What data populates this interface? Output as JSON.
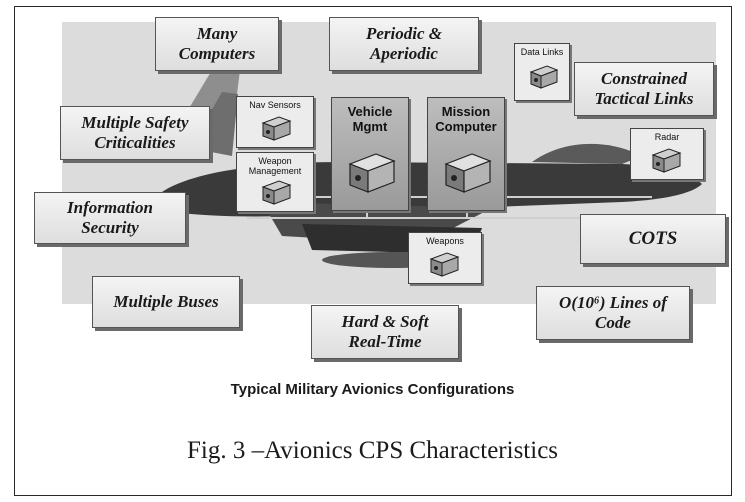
{
  "characteristics": {
    "many_computers": "Many\nComputers",
    "periodic": "Periodic &\nAperiodic",
    "constrained_links": "Constrained\nTactical Links",
    "multiple_safety": "Multiple Safety\nCriticalities",
    "information_security": "Information\nSecurity",
    "cots": "COTS",
    "multiple_buses": "Multiple Buses",
    "hard_soft": "Hard & Soft\nReal-Time",
    "lines_of_code": "O(10⁶) Lines of\nCode"
  },
  "components": {
    "data_links": "Data Links",
    "nav_sensors": "Nav Sensors",
    "weapon_management": "Weapon\nManagement",
    "vehicle_mgmt": "Vehicle\nMgmt",
    "mission_computer": "Mission\nComputer",
    "radar": "Radar",
    "weapons": "Weapons"
  },
  "subtitle": "Typical Military Avionics Configurations",
  "caption": "Fig. 3 –Avionics CPS Characteristics",
  "colors": {
    "frame": "#2a2a2a",
    "box_face": "#e6e6e6",
    "box_shadow": "#6a6a6a",
    "aircraft": "#3a3a3a"
  }
}
